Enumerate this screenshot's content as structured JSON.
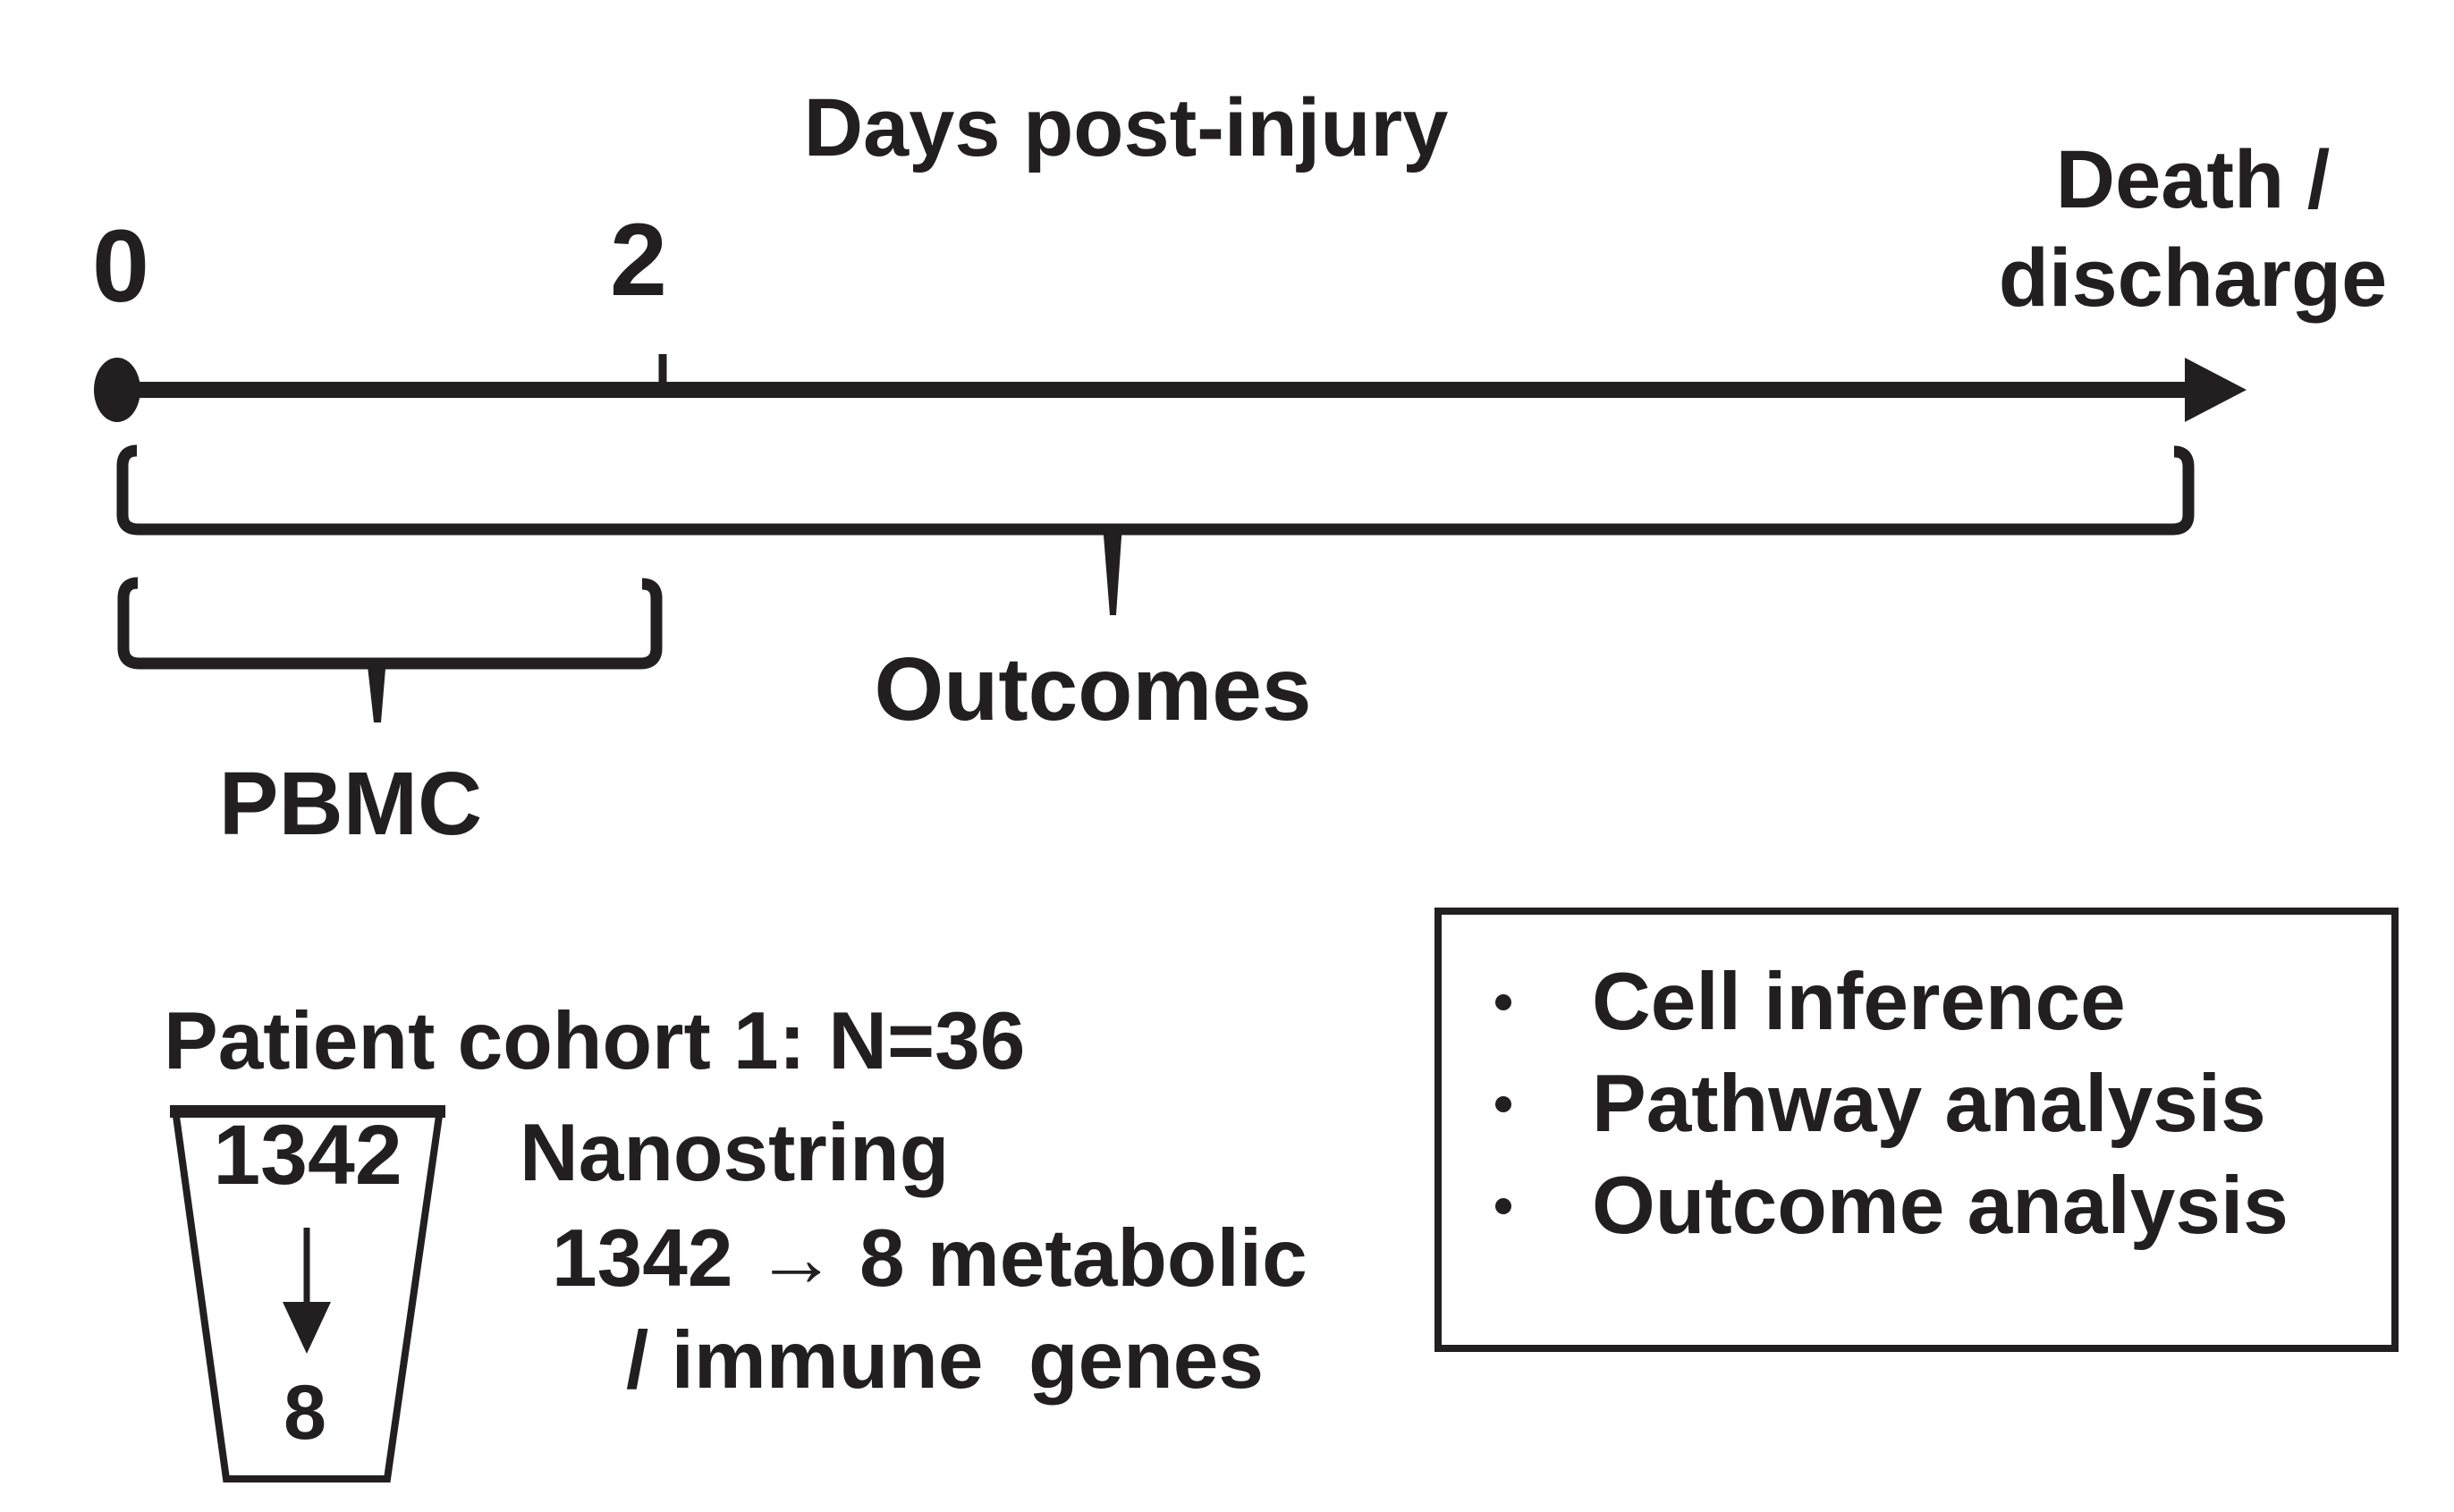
{
  "figure": {
    "timeline": {
      "axis_title": "Days post-injury",
      "day0_label": "0",
      "day2_label": "2",
      "endpoint_label_line1": "Death /",
      "endpoint_label_line2": "discharge",
      "outcomes_brace_label": "Outcomes",
      "pbmc_brace_label": "PBMC"
    },
    "cohort": {
      "title": "Patient cohort 1: N=36",
      "funnel_input_count": "1342",
      "funnel_output_count": "8",
      "assay_name": "Nanostring",
      "assay_detail_line1": "1342 → 8 metabolic",
      "assay_detail_line2": "/ immune  genes"
    },
    "analysis_box": {
      "items": [
        "Cell inference",
        "Pathway analysis",
        "Outcome analysis"
      ]
    },
    "colors": {
      "ink": "#231f20",
      "background": "#ffffff"
    }
  }
}
